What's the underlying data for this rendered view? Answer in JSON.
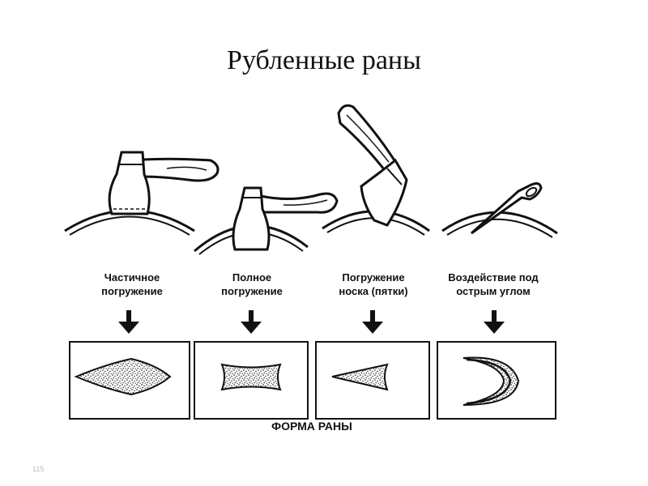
{
  "title": "Рубленные раны",
  "columns": [
    {
      "caption_line1": "Частичное",
      "caption_line2": "погружение"
    },
    {
      "caption_line1": "Полное",
      "caption_line2": "погружение"
    },
    {
      "caption_line1": "Погружение",
      "caption_line2": "носка (пятки)"
    },
    {
      "caption_line1": "Воздействие под",
      "caption_line2": "острым углом"
    }
  ],
  "wound_shape_label": "ФОРМА РАНЫ",
  "page_number": "115"
}
